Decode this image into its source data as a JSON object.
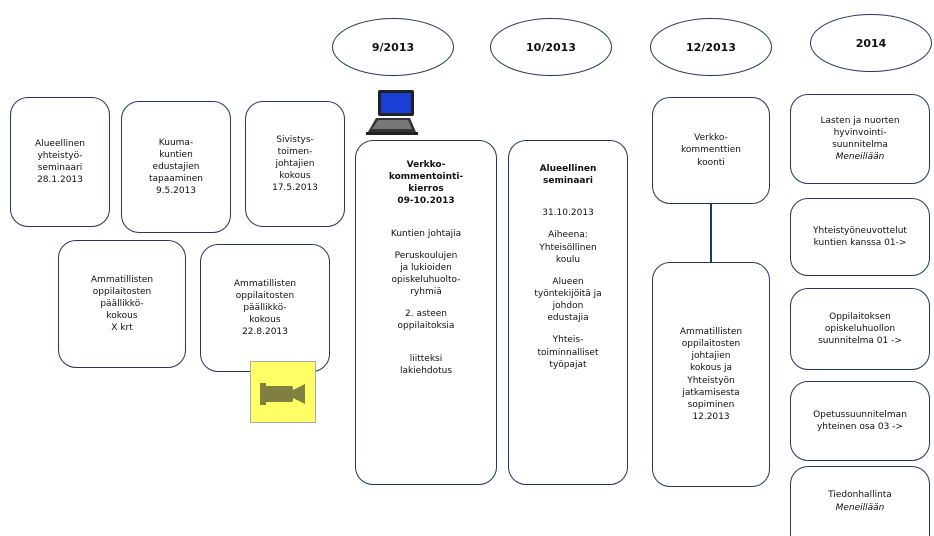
{
  "timeline": [
    {
      "label": "9/2013"
    },
    {
      "label": "10/2013"
    },
    {
      "label": "12/2013"
    },
    {
      "label": "2014"
    }
  ],
  "boxes": {
    "alueellinen_yhteistyoseminaari": "Alueellinen\nyhteistyö-\nseminaari\n28.1.2013",
    "kuuma_kuntien_tapaaminen": "Kuuma-\nkuntien\nedustajien\ntapaaminen\n9.5.2013",
    "sivistystoimenjohtajien_kokous": "Sivistys-\ntoimen-\njohtajien\nkokous\n17.5.2013",
    "ammatillisten_paallikkokokous_x": "Ammatillisten\noppilaitosten\npäällikkö-\nkokous\nX krt",
    "ammatillisten_paallikkokokous_22": "Ammatillisten\noppilaitosten\npäällikkö-\nkokous\n22.8.2013",
    "verkkokommentointikierros": {
      "title": "Verkko-\nkommentointi-\nkierros",
      "date": "09-10.2013",
      "p1": "Kuntien johtajia",
      "p2": "Peruskoulujen\nja lukioiden\nopiskeluhuolto-\nryhmiä",
      "p3": "2. asteen\noppilaitoksia",
      "p4": "liitteksi\nlakiehdotus"
    },
    "alueellinen_seminaari": {
      "title": "Alueellinen\nseminaari",
      "date": "31.10.2013",
      "p1": "Aiheena:\nYhteisöllinen\nkoulu",
      "p2": "Alueen\ntyöntekijöitä ja\njohdon\nedustajia",
      "p3": "Yhteis-\ntoiminnalliset\ntyöpajat"
    },
    "verkkokommenttien_koonti": "Verkko-\nkommenttien\nkoonti",
    "ammatillisten_johtajien_kokous": "Ammatillisten\noppilaitosten\njohtajien\nkokous ja\nYhteistyön\njatkamisesta\nsopiminen\n12.2013",
    "lasten_nuorten_suunnitelma": {
      "text": "Lasten ja nuorten\nhyvinvointi-\nsuunnitelma",
      "status": "Meneillään"
    },
    "yhteistyoneuvottelut": "Yhteistyöneuvottelut\nkuntien kanssa 01->",
    "opiskeluhuollon_suunnitelma": "Oppilaitoksen\nopiskeluhuollon\nsuunnitelma 01 ->",
    "opetussuunnitelma": "Opetussuunnitelman\nyhteinen osa 03 ->",
    "tiedonhallinta": {
      "text": "Tiedonhallinta",
      "status": "Meneillään"
    }
  },
  "icons": [
    "laptop-icon",
    "video-camera-icon"
  ],
  "colors": {
    "border": "#1f3864",
    "camera_bg": "#ffff66",
    "camera": "#7f7f40",
    "laptop_screen": "#1a3fd6"
  }
}
